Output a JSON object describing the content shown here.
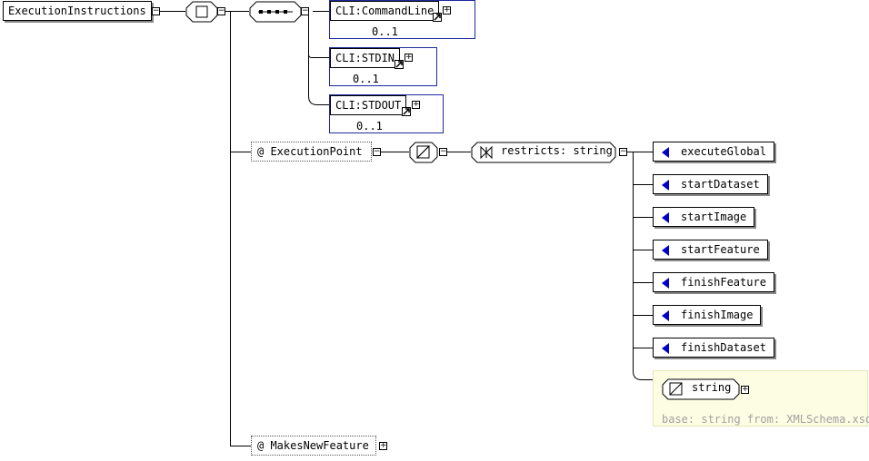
{
  "root": {
    "label": "ExecutionInstructions"
  },
  "sequence": {
    "items": [
      {
        "label": "CLI:CommandLine",
        "occurrence": "0..1"
      },
      {
        "label": "CLI:STDIN",
        "occurrence": "0..1"
      },
      {
        "label": "CLI:STDOUT",
        "occurrence": "0..1"
      }
    ]
  },
  "attribute1": {
    "label": "@  ExecutionPoint"
  },
  "restriction": {
    "label": "restricts: string"
  },
  "enumerations": [
    "executeGlobal",
    "startDataset",
    "startImage",
    "startFeature",
    "finishFeature",
    "finishImage",
    "finishDataset"
  ],
  "base_type": {
    "label": "string",
    "base_text": "base: string from: XMLSchema.xsd"
  },
  "attribute2": {
    "label": "@  MakesNewFeature"
  },
  "toggle_minus": "−",
  "toggle_plus": "+",
  "colors": {
    "ref_border": "#1c2a9c",
    "enum_arrow": "#0000c8",
    "note_bg": "#fdfde4"
  }
}
